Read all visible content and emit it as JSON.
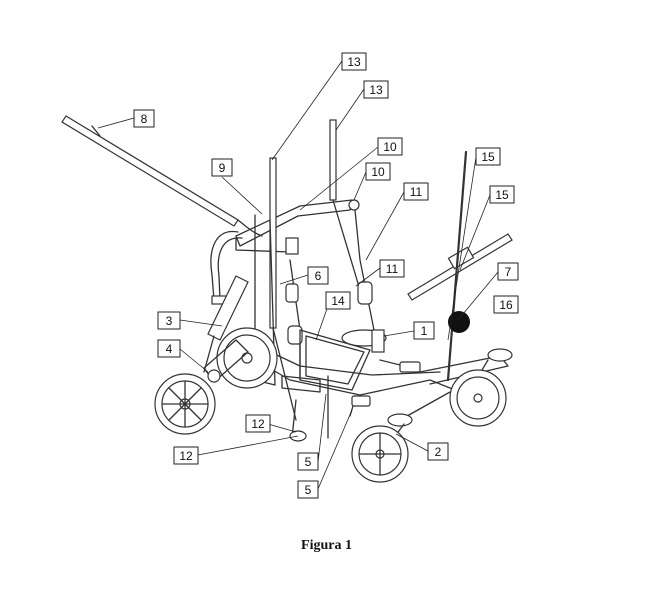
{
  "caption": "Figura 1",
  "callouts": [
    "13",
    "13",
    "8",
    "10",
    "10",
    "9",
    "15",
    "11",
    "15",
    "11",
    "7",
    "6",
    "14",
    "16",
    "3",
    "1",
    "4",
    "12",
    "2",
    "12",
    "5",
    "5"
  ]
}
